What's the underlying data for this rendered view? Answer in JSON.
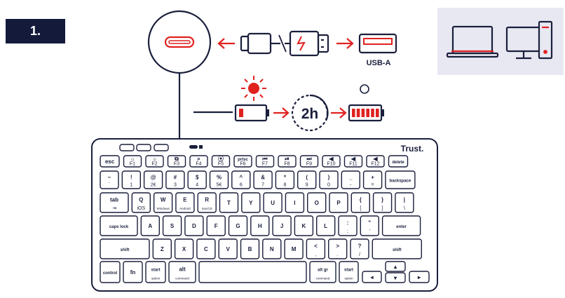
{
  "step": "1.",
  "usb_label": "USB-A",
  "charge_time": "2h",
  "brand": "Trust.",
  "colors": {
    "navy": "#1a1f3c",
    "accent": "#e0221f",
    "panel": "#e7e8f2"
  },
  "keyboard": {
    "row0": [
      "",
      "",
      ""
    ],
    "row1": [
      {
        "t": "esc",
        "s": ""
      },
      {
        "t": "☼",
        "s": "F1"
      },
      {
        "t": "☼",
        "s": "F2"
      },
      {
        "t": "⧉",
        "s": "F3"
      },
      {
        "t": "⌕",
        "s": "F4"
      },
      {
        "t": "⦿",
        "s": "F5"
      },
      {
        "t": "prtsc",
        "s": "F6"
      },
      {
        "t": "⏮",
        "s": "F7"
      },
      {
        "t": "⏯",
        "s": "F8"
      },
      {
        "t": "⏭",
        "s": "F9"
      },
      {
        "t": "◀",
        "s": "F10"
      },
      {
        "t": "◀",
        "s": "F11"
      },
      {
        "t": "◀",
        "s": "F12"
      },
      {
        "t": "delete",
        "s": ""
      }
    ],
    "row2": [
      {
        "t": "~",
        "s": "`"
      },
      {
        "t": "!",
        "s": "1"
      },
      {
        "t": "@",
        "s": "2€"
      },
      {
        "t": "#",
        "s": "3"
      },
      {
        "t": "$",
        "s": "4"
      },
      {
        "t": "%",
        "s": "5€"
      },
      {
        "t": "^",
        "s": "6"
      },
      {
        "t": "&",
        "s": "7"
      },
      {
        "t": "*",
        "s": "8"
      },
      {
        "t": "(",
        "s": "9"
      },
      {
        "t": ")",
        "s": "0"
      },
      {
        "t": "_",
        "s": "-"
      },
      {
        "t": "+",
        "s": "="
      },
      {
        "t": "backspace",
        "s": ""
      }
    ],
    "row3": [
      {
        "t": "tab",
        "s": "⇥"
      },
      {
        "t": "Q",
        "s": "iOS"
      },
      {
        "t": "W",
        "s": "Windows"
      },
      {
        "t": "E",
        "s": "Android"
      },
      {
        "t": "R",
        "s": "macOS"
      },
      {
        "t": "T",
        "s": ""
      },
      {
        "t": "Y",
        "s": ""
      },
      {
        "t": "U",
        "s": ""
      },
      {
        "t": "I",
        "s": ""
      },
      {
        "t": "O",
        "s": ""
      },
      {
        "t": "P",
        "s": ""
      },
      {
        "t": "{",
        "s": "["
      },
      {
        "t": "}",
        "s": "]"
      },
      {
        "t": "|",
        "s": "\\"
      }
    ],
    "row4": [
      {
        "t": "caps lock",
        "s": ""
      },
      {
        "t": "A",
        "s": ""
      },
      {
        "t": "S",
        "s": ""
      },
      {
        "t": "D",
        "s": ""
      },
      {
        "t": "F",
        "s": ""
      },
      {
        "t": "G",
        "s": ""
      },
      {
        "t": "H",
        "s": ""
      },
      {
        "t": "J",
        "s": ""
      },
      {
        "t": "K",
        "s": ""
      },
      {
        "t": "L",
        "s": ""
      },
      {
        "t": ":",
        "s": ";"
      },
      {
        "t": "\"",
        "s": "'"
      },
      {
        "t": "enter",
        "s": ""
      }
    ],
    "row5": [
      {
        "t": "shift",
        "s": ""
      },
      {
        "t": "Z",
        "s": ""
      },
      {
        "t": "X",
        "s": ""
      },
      {
        "t": "C",
        "s": ""
      },
      {
        "t": "V",
        "s": ""
      },
      {
        "t": "B",
        "s": ""
      },
      {
        "t": "N",
        "s": ""
      },
      {
        "t": "M",
        "s": ""
      },
      {
        "t": "<",
        "s": ","
      },
      {
        "t": ">",
        "s": "."
      },
      {
        "t": "?",
        "s": "/"
      },
      {
        "t": "shift",
        "s": ""
      }
    ],
    "row6": [
      {
        "t": "control",
        "s": ""
      },
      {
        "t": "fn",
        "s": ""
      },
      {
        "t": "start",
        "s": "option"
      },
      {
        "t": "alt",
        "s": "command"
      },
      {
        "t": "",
        "s": ""
      },
      {
        "t": "alt gr",
        "s": "command"
      },
      {
        "t": "start",
        "s": "option"
      },
      {
        "t": "◂",
        "s": ""
      },
      {
        "t": "▴",
        "s": ""
      },
      {
        "t": "▾",
        "s": ""
      },
      {
        "t": "▸",
        "s": ""
      }
    ]
  }
}
